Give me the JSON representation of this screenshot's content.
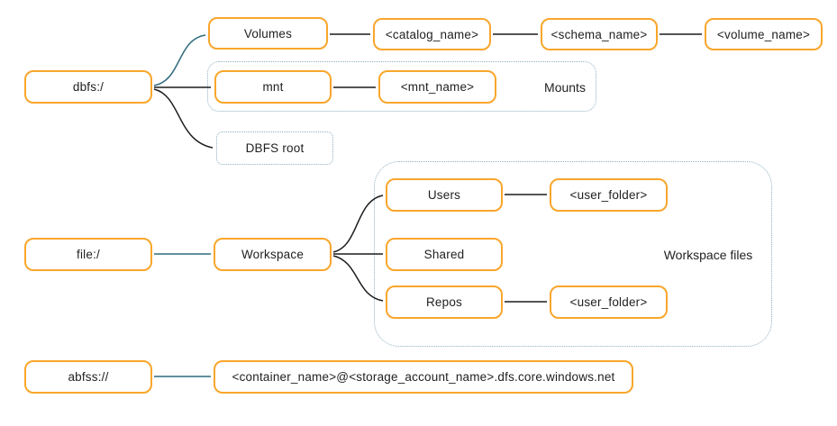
{
  "diagram": {
    "background": "#ffffff",
    "colors": {
      "box_border_orange": "#f9a62b",
      "dotted_outline_blue": "#8fb0c4",
      "arrow_dark": "#1c1c1c",
      "arrow_teal": "#2f6b7c",
      "text": "#1f1f1f"
    },
    "nodes": {
      "dbfs": {
        "label": "dbfs:/"
      },
      "volumes": {
        "label": "Volumes"
      },
      "catalog_name": {
        "label": "<catalog_name>"
      },
      "schema_name": {
        "label": "<schema_name>"
      },
      "volume_name": {
        "label": "<volume_name>"
      },
      "mnt": {
        "label": "mnt"
      },
      "mnt_name": {
        "label": "<mnt_name>"
      },
      "dbfs_root": {
        "label": "DBFS root"
      },
      "file": {
        "label": "file:/"
      },
      "workspace": {
        "label": "Workspace"
      },
      "users": {
        "label": "Users"
      },
      "user_folder_top": {
        "label": "<user_folder>"
      },
      "shared": {
        "label": "Shared"
      },
      "repos": {
        "label": "Repos"
      },
      "user_folder_bottom": {
        "label": "<user_folder>"
      },
      "abfss": {
        "label": "abfss://"
      },
      "container_path": {
        "label": "<container_name>@<storage_account_name>.dfs.core.windows.net"
      }
    },
    "groups": {
      "mounts": {
        "label": "Mounts"
      },
      "workspace_files": {
        "label": "Workspace files"
      }
    },
    "edges": [
      {
        "from": "dbfs",
        "to": "volumes",
        "color": "teal",
        "style": "curved"
      },
      {
        "from": "dbfs",
        "to": "mnt",
        "color": "dark",
        "style": "straight"
      },
      {
        "from": "dbfs",
        "to": "dbfs_root",
        "color": "dark",
        "style": "curved"
      },
      {
        "from": "volumes",
        "to": "catalog_name",
        "color": "dark",
        "style": "straight"
      },
      {
        "from": "catalog_name",
        "to": "schema_name",
        "color": "dark",
        "style": "straight"
      },
      {
        "from": "schema_name",
        "to": "volume_name",
        "color": "dark",
        "style": "straight"
      },
      {
        "from": "mnt",
        "to": "mnt_name",
        "color": "dark",
        "style": "straight"
      },
      {
        "from": "file",
        "to": "workspace",
        "color": "teal",
        "style": "straight"
      },
      {
        "from": "workspace",
        "to": "users",
        "color": "dark",
        "style": "curved"
      },
      {
        "from": "workspace",
        "to": "shared",
        "color": "dark",
        "style": "straight"
      },
      {
        "from": "workspace",
        "to": "repos",
        "color": "dark",
        "style": "curved"
      },
      {
        "from": "users",
        "to": "user_folder_top",
        "color": "dark",
        "style": "straight"
      },
      {
        "from": "repos",
        "to": "user_folder_bottom",
        "color": "dark",
        "style": "straight"
      },
      {
        "from": "abfss",
        "to": "container_path",
        "color": "teal",
        "style": "straight"
      }
    ]
  }
}
